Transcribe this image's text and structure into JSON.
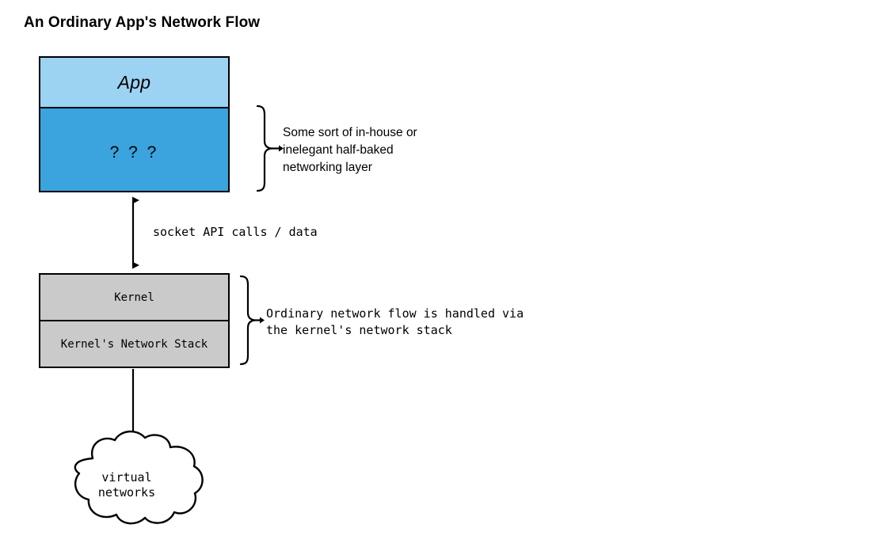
{
  "title": "An Ordinary App's Network Flow",
  "nodes": {
    "app": {
      "label": "App",
      "fill": "#9CD2F2"
    },
    "unknown_layer": {
      "label": "?  ?  ?",
      "fill": "#3BA3DE"
    },
    "kernel": {
      "label": "Kernel",
      "fill": "#CACACA"
    },
    "kernel_network_stack": {
      "label": "Kernel's Network Stack",
      "fill": "#CACACA"
    },
    "cloud": {
      "label": "virtual\nnetworks",
      "fill": "#FFFFFF"
    }
  },
  "edges": {
    "app_to_kernel": {
      "label": "socket API calls / data",
      "direction": "bidirectional"
    },
    "kernel_to_cloud": {
      "label": "",
      "direction": "down"
    }
  },
  "annotations": {
    "app_layer": {
      "text": "Some sort of in-house or\ninelegant half-baked\nnetworking layer",
      "brace": "right-curly-brace"
    },
    "kernel_layer": {
      "text": "Ordinary network flow is handled via\nthe kernel's network stack",
      "brace": "right-curly-brace"
    }
  },
  "colors": {
    "stroke": "#000000",
    "background": "#FFFFFF",
    "app_fill": "#9CD2F2",
    "unknown_layer_fill": "#3BA3DE",
    "kernel_fill": "#CACACA"
  }
}
